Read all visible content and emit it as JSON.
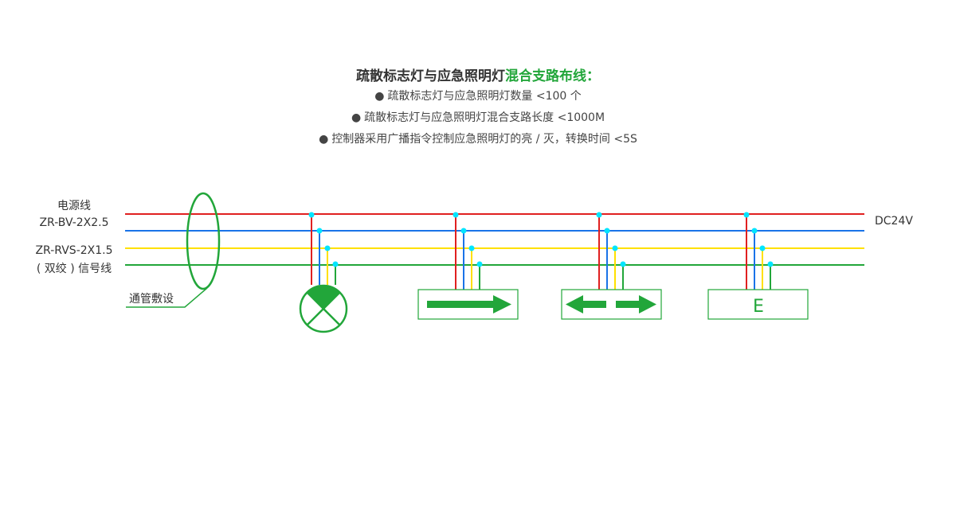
{
  "title": {
    "main": "疏散标志灯与应急照明灯",
    "highlight": "混合支路布线："
  },
  "notes": [
    "疏散标志灯与应急照明灯数量 <100 个",
    "疏散标志灯与应急照明灯混合支路长度 <1000M",
    "控制器采用广播指令控制应急照明灯的亮 / 灭，转换时间 <5S"
  ],
  "bullet_symbol": "●",
  "labels": {
    "power_line": "电源线",
    "power_cable": "ZR-BV-2X2.5",
    "signal_cable": "ZR-RVS-2X1.5",
    "signal_line": "( 双绞 ) 信号线",
    "conduit": "通管敷设",
    "voltage": "DC24V",
    "exit_sign_letter": "E"
  },
  "colors": {
    "power_positive": "#e02020",
    "power_negative": "#1a73e8",
    "signal_a": "#ffe000",
    "signal_b": "#22a63a",
    "junction": "#00e5ff",
    "device": "#22a63a"
  },
  "icons": {
    "conduit": "ellipse-conduit",
    "emergency_lamp": "emergency-light-icon",
    "single_arrow": "arrow-right-sign-icon",
    "double_arrow": "arrow-bidirectional-sign-icon",
    "exit_sign": "exit-sign-icon"
  }
}
